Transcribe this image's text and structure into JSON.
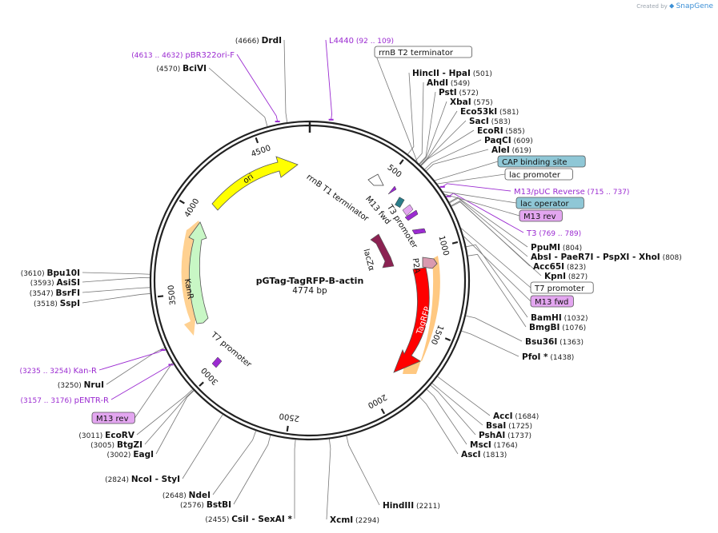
{
  "brand": {
    "prefix": "Created by",
    "name": "SnapGene"
  },
  "plasmid": {
    "name": "pGTag-TagRFP-B-actin",
    "length": "4774 bp"
  },
  "ticks": [
    "500",
    "1000",
    "1500",
    "2000",
    "2500",
    "3000",
    "3500",
    "4000",
    "4500"
  ],
  "feature_labels": {
    "ori": "ori",
    "kanr": "KanR",
    "lacZa": "lacZα",
    "tagrfp": "TagRFP",
    "p2a": "P2A",
    "rrnb_t1": "rrnB T1 terminator",
    "m13fwd": "M13 fwd",
    "t3prom": "T3 promoter",
    "t7prom": "T7 promoter"
  },
  "enzymes_left": [
    {
      "name": "DrdI",
      "pos": "(4666)"
    },
    {
      "name": "BciVI",
      "pos": "(4570)"
    },
    {
      "name": "Bpu10I",
      "pos": "(3610)"
    },
    {
      "name": "AsiSI",
      "pos": "(3593)"
    },
    {
      "name": "BsrFI",
      "pos": "(3547)"
    },
    {
      "name": "SspI",
      "pos": "(3518)"
    },
    {
      "name": "NruI",
      "pos": "(3250)"
    },
    {
      "name": "EcoRV",
      "pos": "(3011)"
    },
    {
      "name": "BtgZI",
      "pos": "(3005)"
    },
    {
      "name": "EagI",
      "pos": "(3002)"
    },
    {
      "name": "NcoI  - StyI",
      "pos": "(2824)"
    },
    {
      "name": "NdeI",
      "pos": "(2648)"
    },
    {
      "name": "BstBI",
      "pos": "(2576)"
    },
    {
      "name": "CsiI  - SexAI *",
      "pos": "(2455)"
    }
  ],
  "enzymes_right": [
    {
      "name": "HincII  - HpaI",
      "pos": "(501)"
    },
    {
      "name": "AhdI",
      "pos": "(549)"
    },
    {
      "name": "PstI",
      "pos": "(572)"
    },
    {
      "name": "XbaI",
      "pos": "(575)"
    },
    {
      "name": "Eco53kI",
      "pos": "(581)"
    },
    {
      "name": "SacI",
      "pos": "(583)"
    },
    {
      "name": "EcoRI",
      "pos": "(585)"
    },
    {
      "name": "PaqCI",
      "pos": "(609)"
    },
    {
      "name": "AleI",
      "pos": "(619)"
    },
    {
      "name": "PpuMI",
      "pos": "(804)"
    },
    {
      "name": "AbsI  - PaeR7I  - PspXI  - XhoI",
      "pos": "(808)"
    },
    {
      "name": "Acc65I",
      "pos": "(823)"
    },
    {
      "name": "KpnI",
      "pos": "(827)"
    },
    {
      "name": "BamHI",
      "pos": "(1032)"
    },
    {
      "name": "BmgBI",
      "pos": "(1076)"
    },
    {
      "name": "Bsu36I",
      "pos": "(1363)"
    },
    {
      "name": "PfoI *",
      "pos": "(1438)"
    },
    {
      "name": "AccI",
      "pos": "(1684)"
    },
    {
      "name": "BsaI",
      "pos": "(1725)"
    },
    {
      "name": "PshAI",
      "pos": "(1737)"
    },
    {
      "name": "MscI",
      "pos": "(1764)"
    },
    {
      "name": "AscI",
      "pos": "(1813)"
    },
    {
      "name": "HindIII",
      "pos": "(2211)"
    },
    {
      "name": "XcmI",
      "pos": "(2294)"
    }
  ],
  "primers": [
    {
      "name": "L4440",
      "pos": "(92 .. 109)"
    },
    {
      "name": "pBR322ori-F",
      "pos": "(4613 .. 4632)"
    },
    {
      "name": "M13/pUC Reverse",
      "pos": "(715 .. 737)"
    },
    {
      "name": "T3",
      "pos": "(769 .. 789)"
    },
    {
      "name": "Kan-R",
      "pos": "(3235 .. 3254)"
    },
    {
      "name": "pENTR-R",
      "pos": "(3157 .. 3176)"
    }
  ],
  "boxes": [
    {
      "name": "rrnB T2 terminator",
      "fill": "#ffffff"
    },
    {
      "name": "CAP binding site",
      "fill": "#8fc7d6"
    },
    {
      "name": "lac promoter",
      "fill": "#ffffff"
    },
    {
      "name": "lac operator",
      "fill": "#8fc7d6"
    },
    {
      "name": "M13 rev",
      "fill": "#e3a6f0"
    },
    {
      "name": "T7 promoter",
      "fill": "#ffffff"
    },
    {
      "name": "M13 fwd",
      "fill": "#e3a6f0"
    },
    {
      "name": "M13 rev",
      "fill": "#e3a6f0"
    }
  ],
  "colors": {
    "ori": "#ffff00",
    "kanr": "#c8f7c5",
    "tagrfp": "#ff0000",
    "lacza": "#8b2252",
    "primer": "#9b2bd1",
    "orf": "#e08c1a"
  }
}
